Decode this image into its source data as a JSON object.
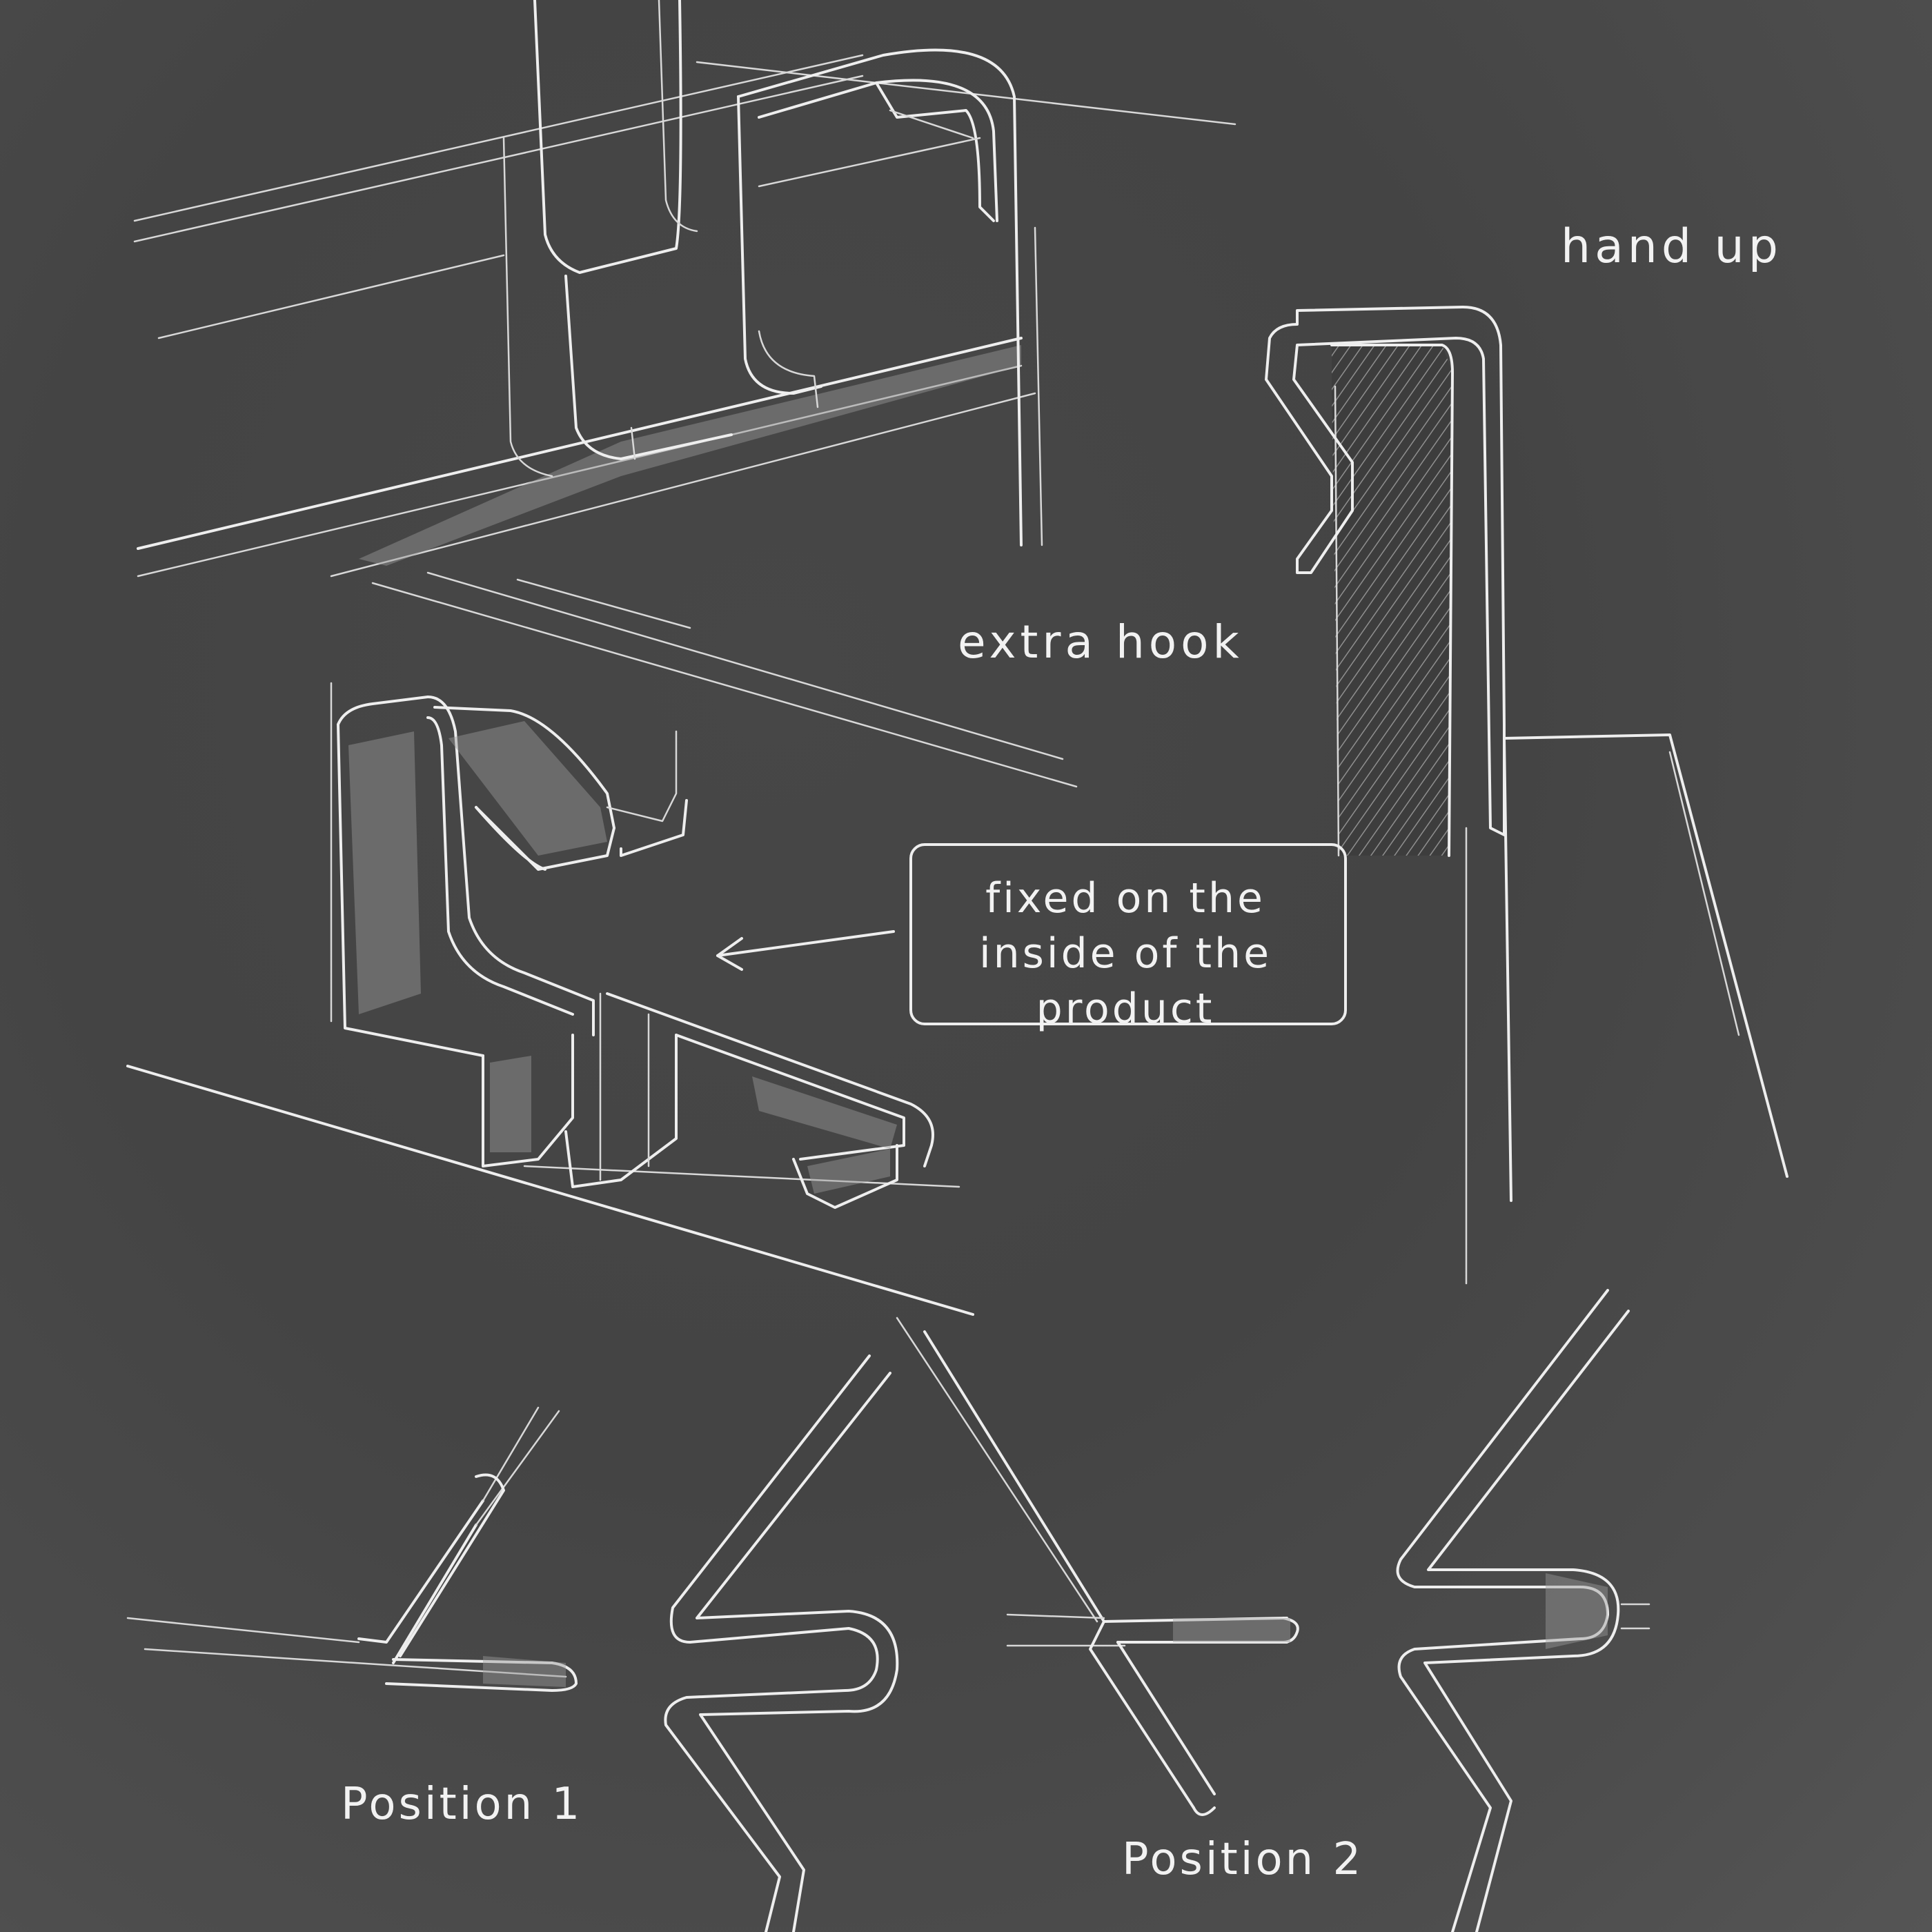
{
  "annotations": {
    "hand_up": "hand up",
    "extra_hook": "extra hook",
    "fixed_note": "fixed on the inside of the product",
    "position_1": "Position 1",
    "position_2": "Position 2"
  },
  "colors": {
    "paper": "#4a4a4a",
    "chalk": "#eeeeee"
  },
  "icons": [
    "arrow-left-icon"
  ]
}
